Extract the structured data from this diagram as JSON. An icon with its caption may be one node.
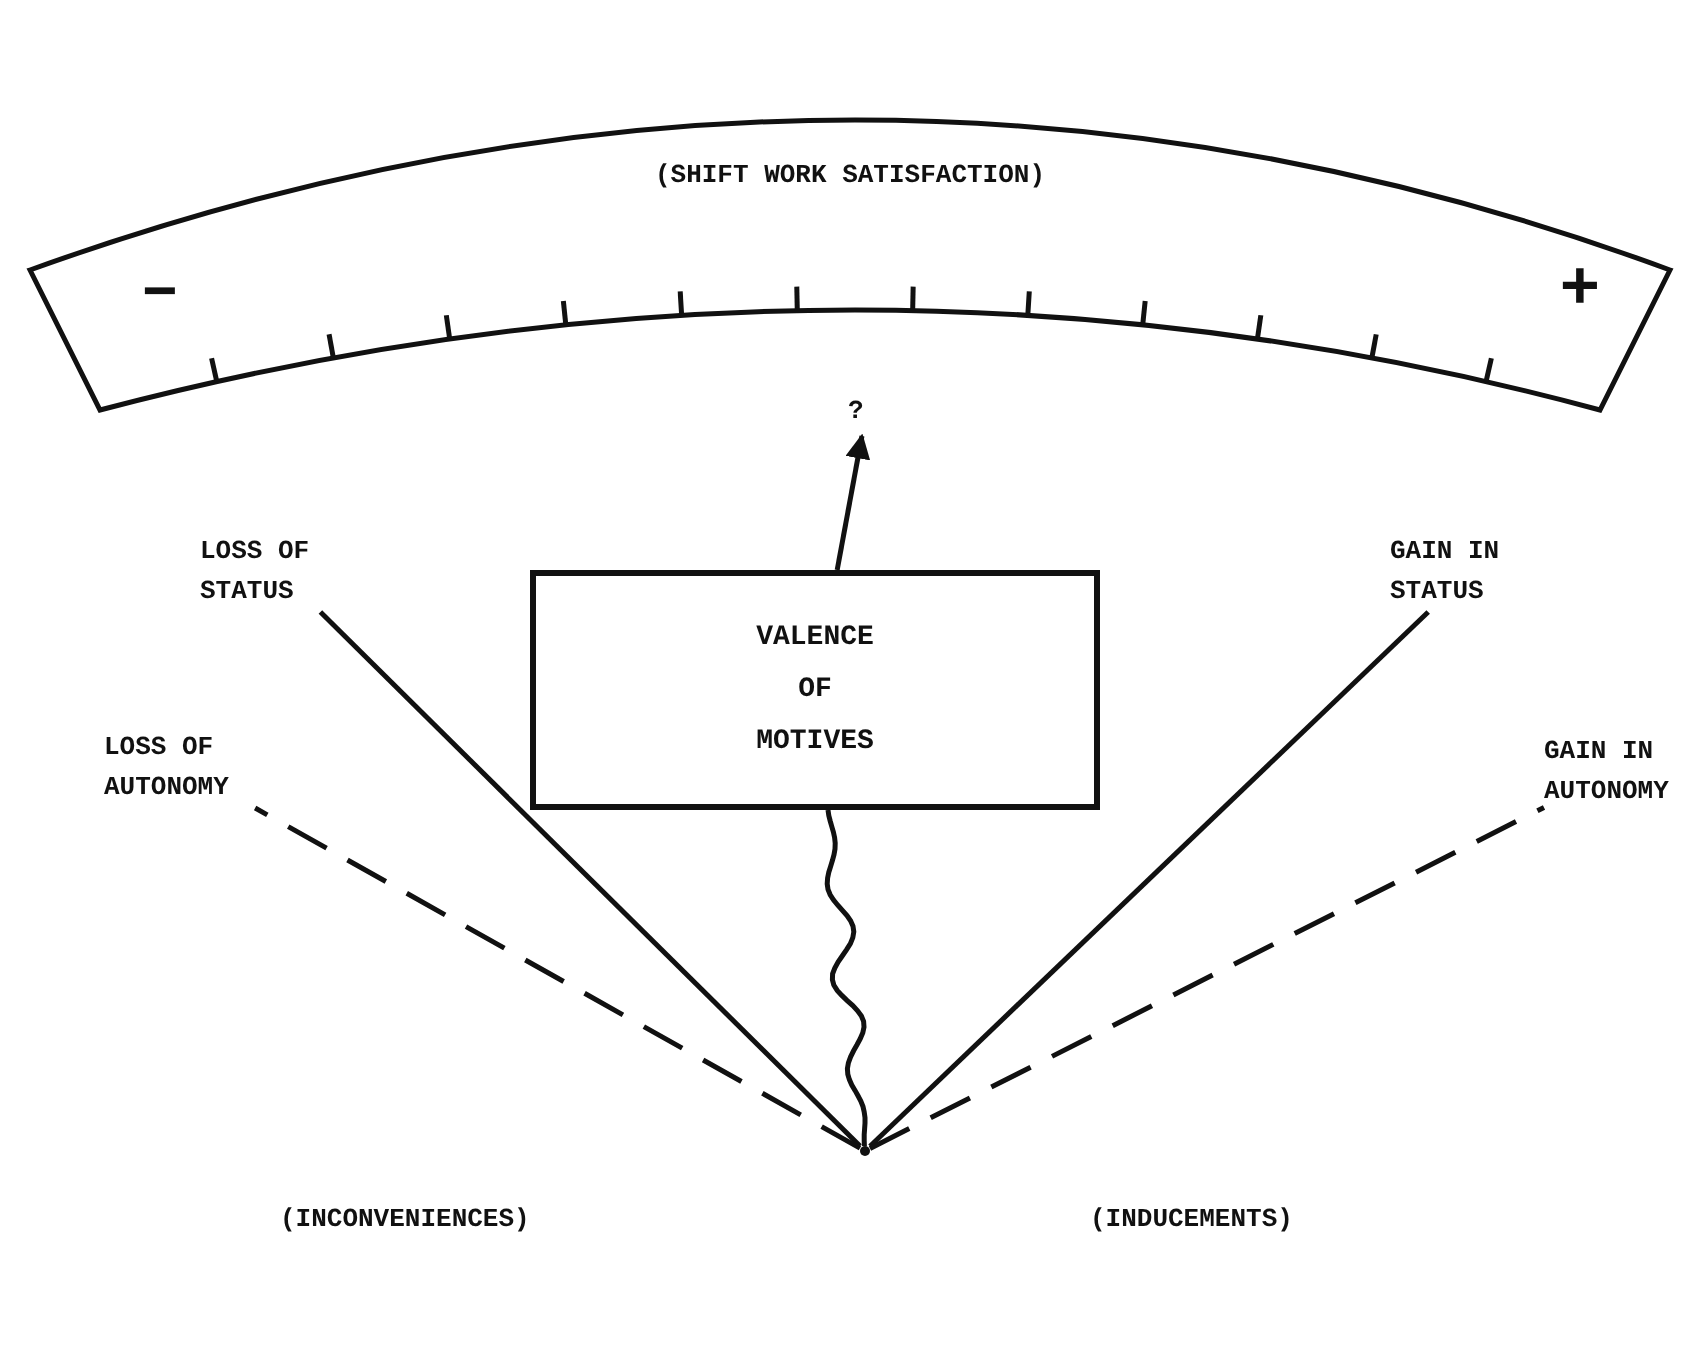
{
  "diagram": {
    "nodes": [
      {
        "text": [
          "(SHIFT WORK SATISFACTION)",
          "–",
          "+"
        ]
      },
      {
        "text": [
          "?"
        ]
      },
      {
        "text": [
          "VALENCE OF MOTIVES"
        ]
      },
      {
        "text": [
          "LOSS OF STATUS"
        ]
      },
      {
        "text": [
          "LOSS OF AUTONOMY"
        ]
      },
      {
        "text": [
          "GAIN IN STATUS"
        ]
      },
      {
        "text": [
          "GAIN IN AUTONOMY"
        ]
      },
      {
        "text": [],
        "shape": "point"
      }
    ],
    "edges": [
      {
        "from": 2,
        "to": 1,
        "arrow": "to"
      },
      {
        "from": 7,
        "to": 2,
        "arrow": "none"
      },
      {
        "from": 7,
        "to": 3,
        "arrow": "none"
      },
      {
        "from": 7,
        "to": 4,
        "arrow": "none",
        "style": "dashed"
      },
      {
        "from": 7,
        "to": 5,
        "arrow": "none"
      },
      {
        "from": 7,
        "to": 6,
        "arrow": "none",
        "style": "dashed"
      }
    ],
    "labels": [
      "(INCONVENIENCES)",
      "(INDUCEMENTS)"
    ]
  }
}
